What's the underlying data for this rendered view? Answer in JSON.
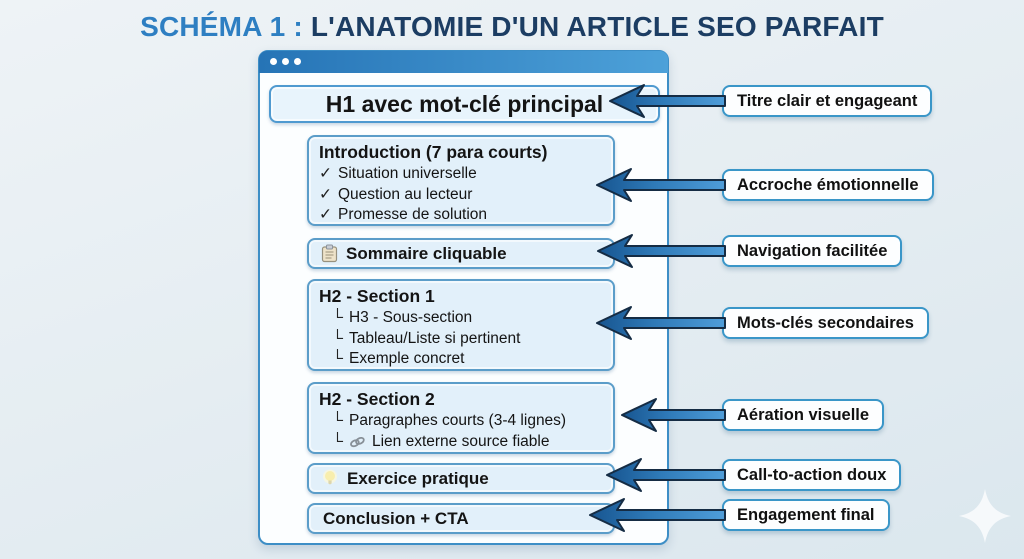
{
  "title": {
    "prefix": "SCHÉMA 1 : ",
    "main": "L'ANATOMIE D'UN ARTICLE SEO PARFAIT"
  },
  "window": {
    "boxes": {
      "h1": {
        "title": "H1 avec mot-clé principal"
      },
      "intro": {
        "title": "Introduction (7 para courts)",
        "items": [
          {
            "bullet": "✓",
            "text": "Situation universelle"
          },
          {
            "bullet": "✓",
            "text": "Question au lecteur"
          },
          {
            "bullet": "✓",
            "text": "Promesse de solution"
          }
        ]
      },
      "sommaire": {
        "icon": "clipboard-icon",
        "title": "Sommaire cliquable"
      },
      "section1": {
        "title": "H2 - Section 1",
        "items": [
          {
            "bullet": "└",
            "text": "H3 - Sous-section"
          },
          {
            "bullet": "└",
            "text": "Tableau/Liste si pertinent"
          },
          {
            "bullet": "└",
            "text": "Exemple concret"
          }
        ]
      },
      "section2": {
        "title": "H2 - Section 2",
        "items": [
          {
            "bullet": "└",
            "text": "Paragraphes courts (3-4 lignes)"
          },
          {
            "bullet": "└",
            "icon": "link-icon",
            "text": "Lien externe source fiable"
          }
        ]
      },
      "exercice": {
        "icon": "bulb-icon",
        "title": "Exercice pratique"
      },
      "conclusion": {
        "title": "Conclusion + CTA"
      }
    }
  },
  "annotations": {
    "labels": [
      "Titre clair et engageant",
      "Accroche émotionnelle",
      "Navigation facilitée",
      "Mots-clés secondaires",
      "Aération visuelle",
      "Call-to-action doux",
      "Engagement final"
    ]
  },
  "colors": {
    "title_accent": "#2e7fc2",
    "title_navy": "#1c3d63",
    "window_border": "#3d8ec6",
    "titlebar_blue": "#2674b6",
    "box_fill": "#e2f0fa",
    "box_border": "#5b9dc9",
    "arrow_dark": "#175590",
    "arrow_light": "#4f9dd9",
    "arrow_outline": "#152c44"
  }
}
